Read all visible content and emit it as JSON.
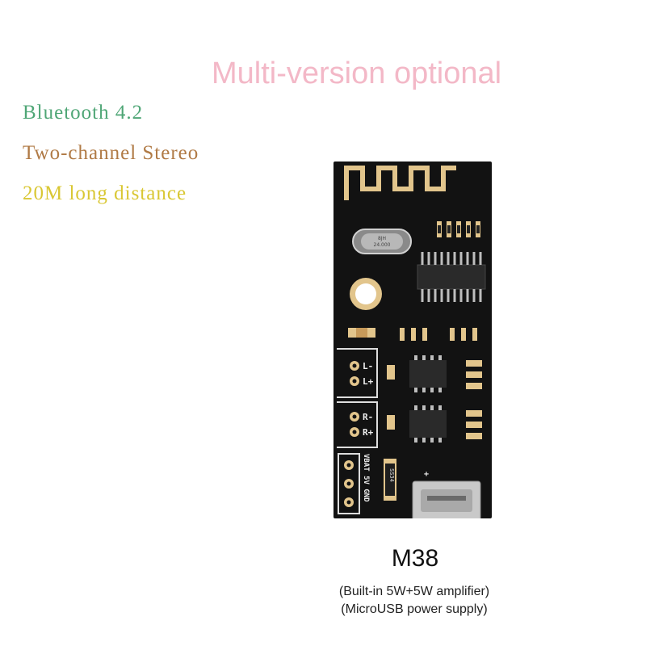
{
  "headline": "Multi-version optional",
  "features": [
    "Bluetooth 4.2",
    "Two-channel Stereo",
    "20M long distance"
  ],
  "model": "M38",
  "notes": [
    "(Built-in 5W+5W amplifier)",
    "(MicroUSB power supply)"
  ],
  "board": {
    "crystal_text_1": "8JH",
    "crystal_text_2": "24.000",
    "diode_text": "SS34",
    "terminal_left_top": "L-",
    "terminal_left_bottom": "L+",
    "terminal_right_top": "R-",
    "terminal_right_bottom": "R+",
    "power_pins": "VBAT 5V GND",
    "polarity_mark": "+"
  },
  "colors": {
    "headline": "#f3b8c7",
    "feature_1": "#4fa676",
    "feature_2": "#b07a45",
    "feature_3": "#d9c733",
    "pcb": "#121212",
    "gold": "#e2c58c"
  }
}
